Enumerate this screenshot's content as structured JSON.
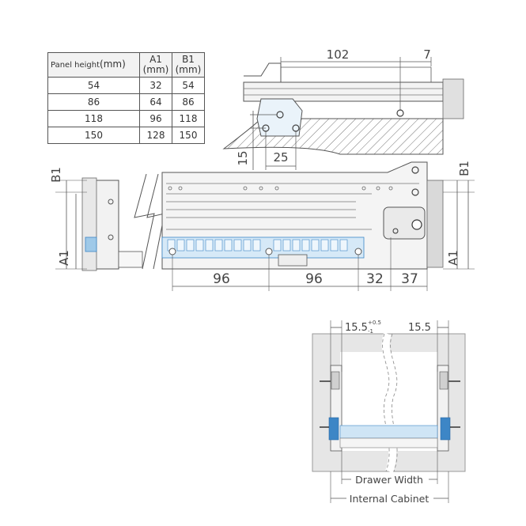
{
  "table": {
    "header": {
      "panel_height": "Panel height",
      "panel_unit": "(mm)",
      "a1": "A1",
      "a1_unit": "(mm)",
      "b1": "B1",
      "b1_unit": "(mm)"
    },
    "rows": [
      [
        "54",
        "32",
        "54"
      ],
      [
        "86",
        "64",
        "86"
      ],
      [
        "118",
        "96",
        "118"
      ],
      [
        "150",
        "128",
        "150"
      ]
    ]
  },
  "top_detail": {
    "dim_102": "102",
    "dim_7": "7",
    "dim_15": "15",
    "dim_25": "25"
  },
  "side_view": {
    "b1_left": "B1",
    "a1_left": "A1",
    "b1_right": "B1",
    "a1_right": "A1",
    "dim_96a": "96",
    "dim_96b": "96",
    "dim_32": "32",
    "dim_37": "37"
  },
  "front_view": {
    "left_gap": "15.5",
    "left_gap_tol_top": "+0.5",
    "left_gap_tol_bottom": "-1",
    "right_gap": "15.5",
    "drawer_width": "Drawer Width",
    "internal_cabinet": "Internal Cabinet"
  },
  "colors": {
    "line": "#555555",
    "hatch": "#777777",
    "panel": "#e6e6e6",
    "blue": "#9fc9e8",
    "blue_dark": "#3d86c6"
  }
}
